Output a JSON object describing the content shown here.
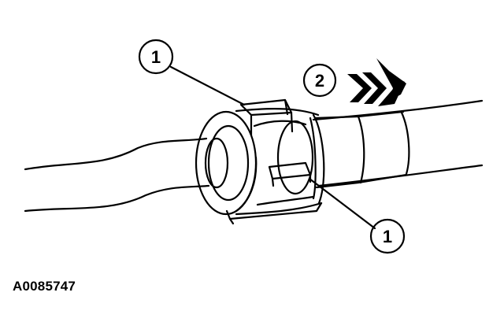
{
  "figure": {
    "callouts": [
      {
        "id": "callout-1-top",
        "label": "1"
      },
      {
        "id": "callout-2",
        "label": "2"
      },
      {
        "id": "callout-1-bottom",
        "label": "1"
      }
    ],
    "figure_id": "A0085747"
  }
}
